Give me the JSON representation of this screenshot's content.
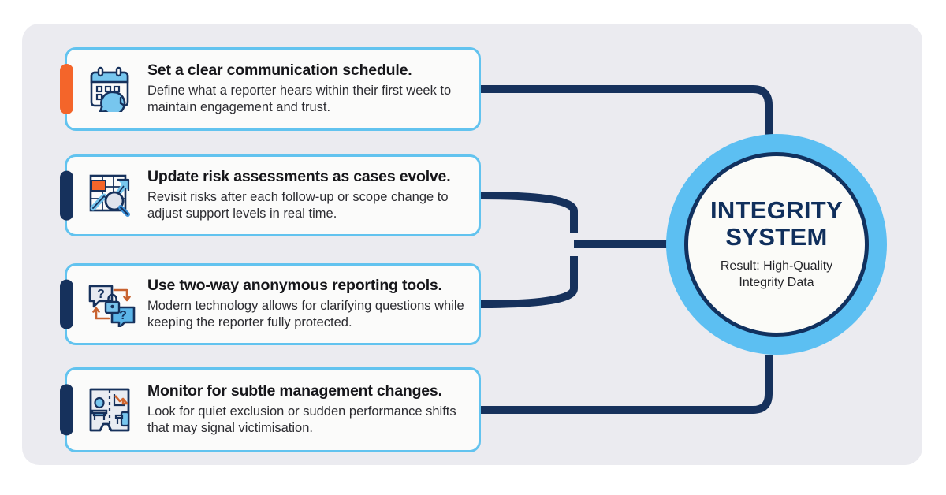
{
  "canvas": {
    "background": "#ffffff",
    "panel_color": "#ebebf0"
  },
  "colors": {
    "card_border": "#62c3ef",
    "card_fill": "#fbfbfa",
    "accent_orange": "#f4652a",
    "accent_navy": "#16315c",
    "wire_navy": "#16315c",
    "hub_ring": "#5cbff2",
    "hub_inner_border": "#11315f",
    "hub_fill": "#fbfbf8",
    "title_text": "#16161a",
    "body_text": "#2c2c31"
  },
  "cards": [
    {
      "icon": "calendar-clock-icon",
      "accent": "orange",
      "title": "Set a clear communication schedule.",
      "body": "Define what a reporter hears within their first week to maintain engagement and trust."
    },
    {
      "icon": "chart-growth-magnifier-icon",
      "accent": "navy",
      "title": "Update risk assessments as cases evolve.",
      "body": "Revisit risks after each follow-up or scope change to adjust support levels in real time."
    },
    {
      "icon": "two-way-anonymous-chat-lock-icon",
      "accent": "navy",
      "title": "Use two-way anonymous reporting tools.",
      "body": "Modern technology allows for clarifying questions while keeping the reporter fully protected."
    },
    {
      "icon": "office-floorplan-decline-icon",
      "accent": "navy",
      "title": "Monitor for subtle management changes.",
      "body": "Look for quiet exclusion or sudden performance shifts that may signal victimisation."
    }
  ],
  "hub": {
    "title_line1": "INTEGRITY",
    "title_line2": "SYSTEM",
    "subtitle_line1": "Result: High-Quality",
    "subtitle_line2": "Integrity Data"
  }
}
